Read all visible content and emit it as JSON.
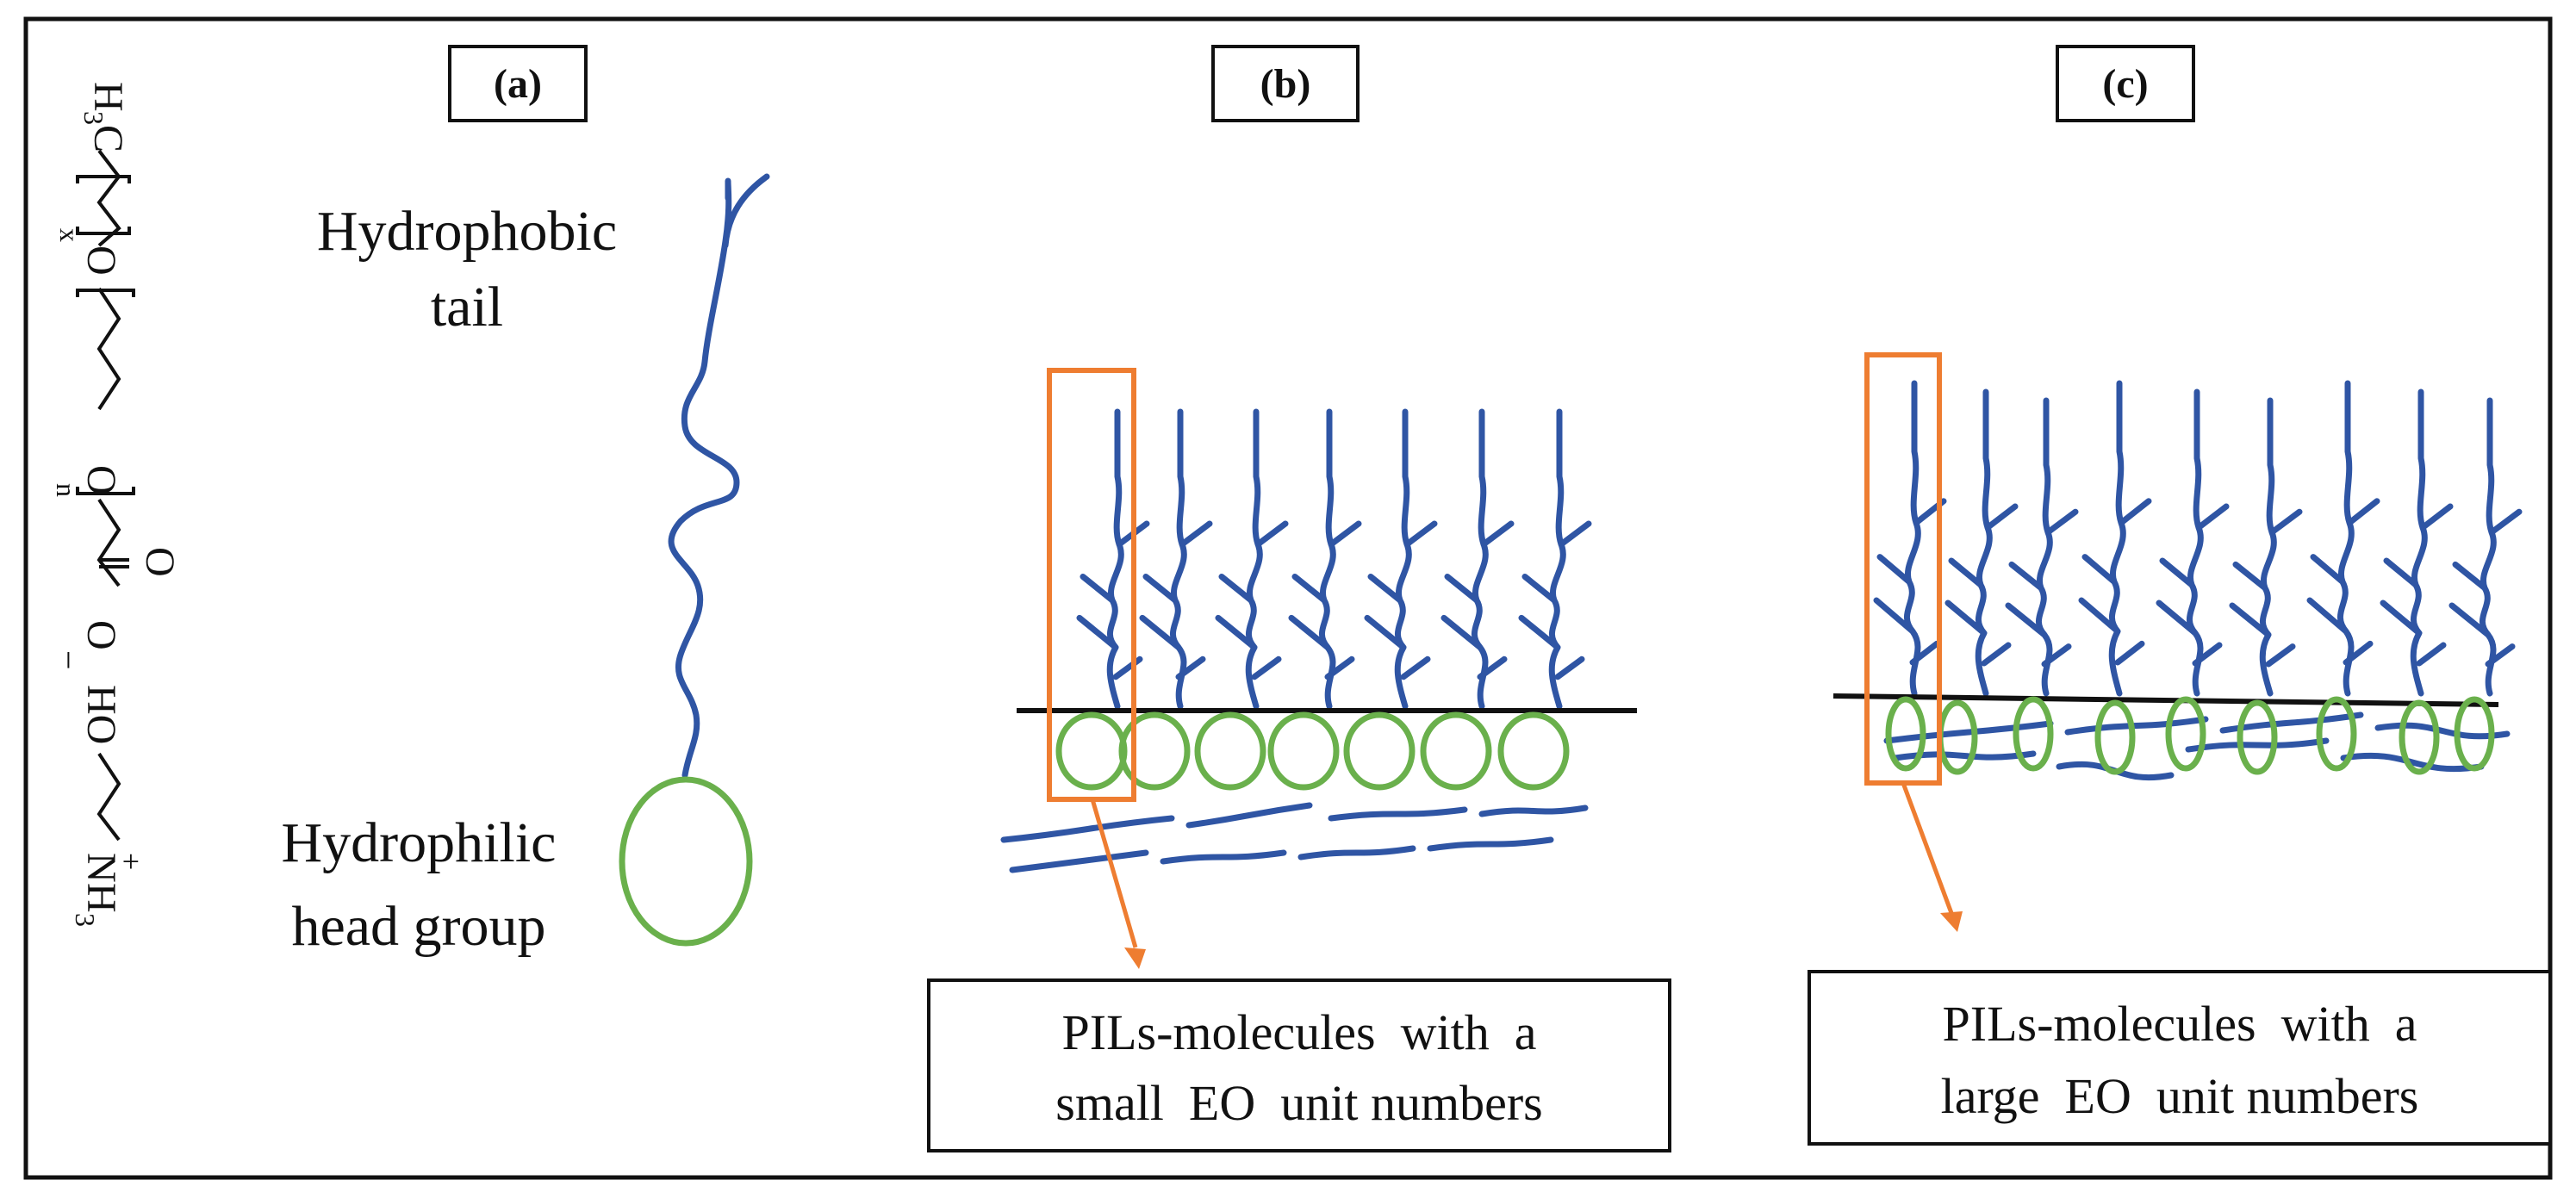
{
  "panels": {
    "a": {
      "label": "(a)",
      "tail_label_line1": "Hydrophobic",
      "tail_label_line2": "tail",
      "head_label_line1": "Hydrophilic",
      "head_label_line2": "head group"
    },
    "b": {
      "label": "(b)",
      "caption_line1": "PILs-molecules  with  a",
      "caption_line2": "small  EO  unit numbers",
      "molecule_count": 7
    },
    "c": {
      "label": "(c)",
      "caption_line1": "PILs-molecules  with  a",
      "caption_line2": "large  EO  unit numbers",
      "molecule_count": 9
    }
  },
  "structure": {
    "formula_parts": [
      "H",
      "3",
      "C",
      "x",
      "O",
      "n",
      "O",
      "O",
      "O",
      "−",
      "HO",
      "N",
      "H",
      "3",
      "+"
    ]
  },
  "colors": {
    "tail": "#2f55a4",
    "head": "#6ab04c",
    "highlight": "#ee7d31",
    "line": "#111111"
  }
}
